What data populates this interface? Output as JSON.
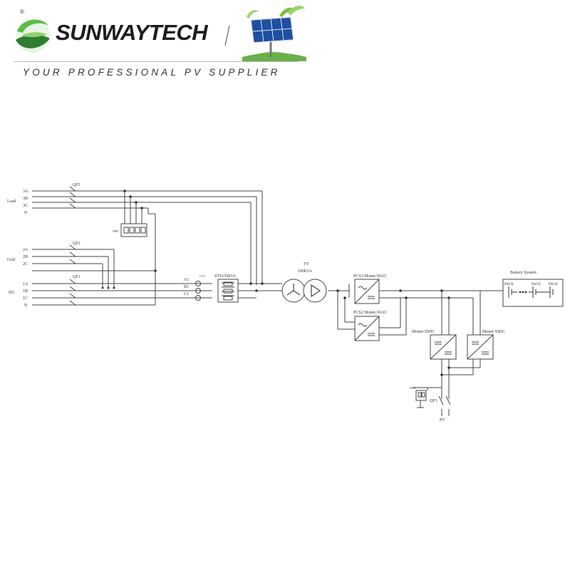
{
  "header": {
    "brand": "SUNWAYTECH",
    "registered": "®",
    "tagline": "YOUR PROFESSIONAL PV SUPPLIER",
    "colors": {
      "logo_green": "#4caf3a",
      "logo_dark": "#1f5e2a",
      "text": "#1d1d1d"
    }
  },
  "diagram": {
    "load": {
      "label": "Load",
      "phases": [
        "3A",
        "3B",
        "3C",
        "N"
      ],
      "breaker": "QF3"
    },
    "grid": {
      "label": "Grid",
      "phases": [
        "2A",
        "2B",
        "2C"
      ],
      "breaker": "QF2"
    },
    "dg": {
      "label": "DG",
      "phases": [
        "1A",
        "1B",
        "1C",
        "N"
      ],
      "breaker": "QF1"
    },
    "ct_phases": [
      "A1",
      "B1",
      "C1"
    ],
    "ct_label": "CT1",
    "sts": "STS150kVA",
    "transformer": {
      "name": "TV",
      "rating": "100kVA"
    },
    "pcs1": "PCS1 Monet-50AC",
    "pcs2": "PCS2 Monet-50AC",
    "battery": {
      "title": "Battery System",
      "packs": [
        "PACK",
        "PACK",
        "PACK"
      ]
    },
    "dcdc": [
      "Monet-50DC",
      "Monet-50DC"
    ],
    "pv": {
      "breaker": "QF1",
      "label": "PV"
    },
    "spd_label": "SPD"
  }
}
